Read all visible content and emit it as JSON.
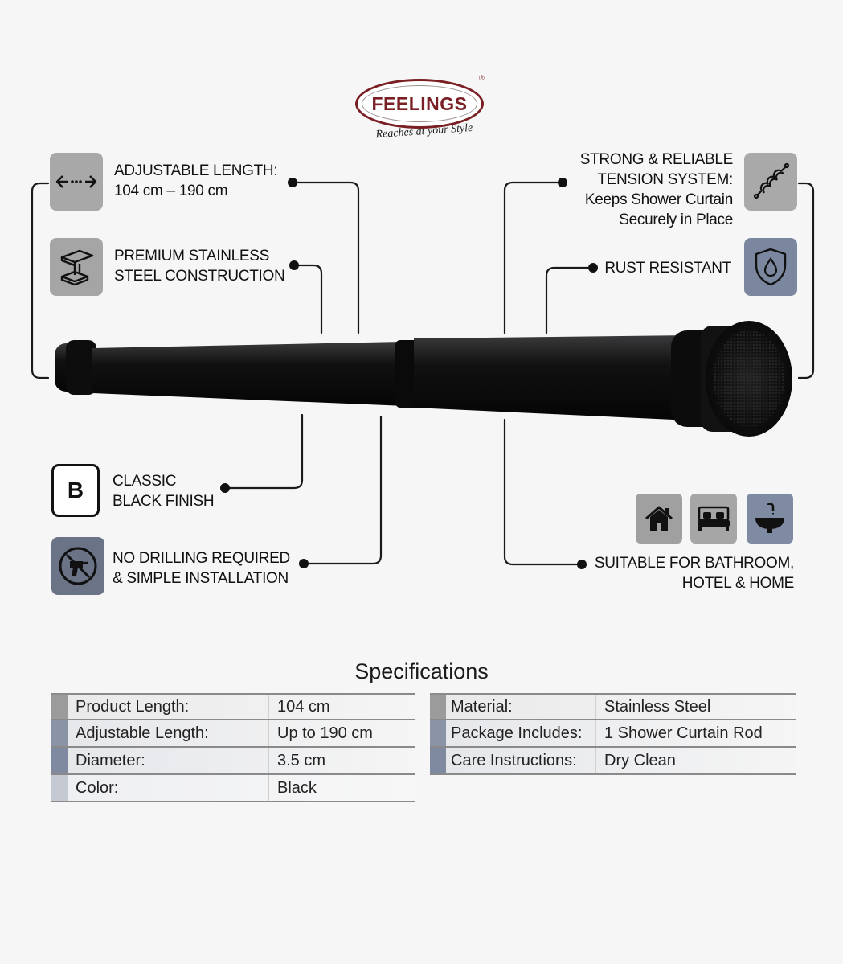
{
  "brand": {
    "name": "FEELINGS",
    "registered": "®",
    "tagline": "Reaches at your Style",
    "color": "#7a1f24"
  },
  "features": {
    "adjustable": {
      "title": "ADJUSTABLE LENGTH:",
      "detail": "104 cm – 190 cm",
      "icon": "double-arrow-icon"
    },
    "steel": {
      "line1": "PREMIUM STAINLESS",
      "line2": "STEEL CONSTRUCTION",
      "icon": "steel-beam-icon"
    },
    "tension": {
      "line1": "STRONG & RELIABLE",
      "line2": "TENSION SYSTEM:",
      "line3": "Keeps Shower Curtain",
      "line4": "Securely in Place",
      "icon": "spring-icon"
    },
    "rust": {
      "title": "RUST RESISTANT",
      "icon": "shield-drop-icon"
    },
    "finish": {
      "badge": "B",
      "line1": "CLASSIC",
      "line2": "BLACK FINISH"
    },
    "drilling": {
      "line1": "NO DRILLING REQUIRED",
      "line2": "& SIMPLE INSTALLATION",
      "icon": "no-drill-icon"
    },
    "suitable": {
      "line1": "SUITABLE FOR BATHROOM,",
      "line2": "HOTEL & HOME",
      "icons": [
        "house-icon",
        "bed-icon",
        "sink-icon"
      ]
    }
  },
  "specs": {
    "title": "Specifications",
    "left": [
      {
        "label": "Product Length:",
        "value": "104 cm"
      },
      {
        "label": "Adjustable Length:",
        "value": "Up to 190 cm"
      },
      {
        "label": "Diameter:",
        "value": "3.5 cm"
      },
      {
        "label": "Color:",
        "value": "Black"
      }
    ],
    "right": [
      {
        "label": "Material:",
        "value": "Stainless Steel"
      },
      {
        "label": "Package Includes:",
        "value": "1 Shower Curtain Rod"
      },
      {
        "label": "Care Instructions:",
        "value": "Dry Clean"
      }
    ]
  }
}
